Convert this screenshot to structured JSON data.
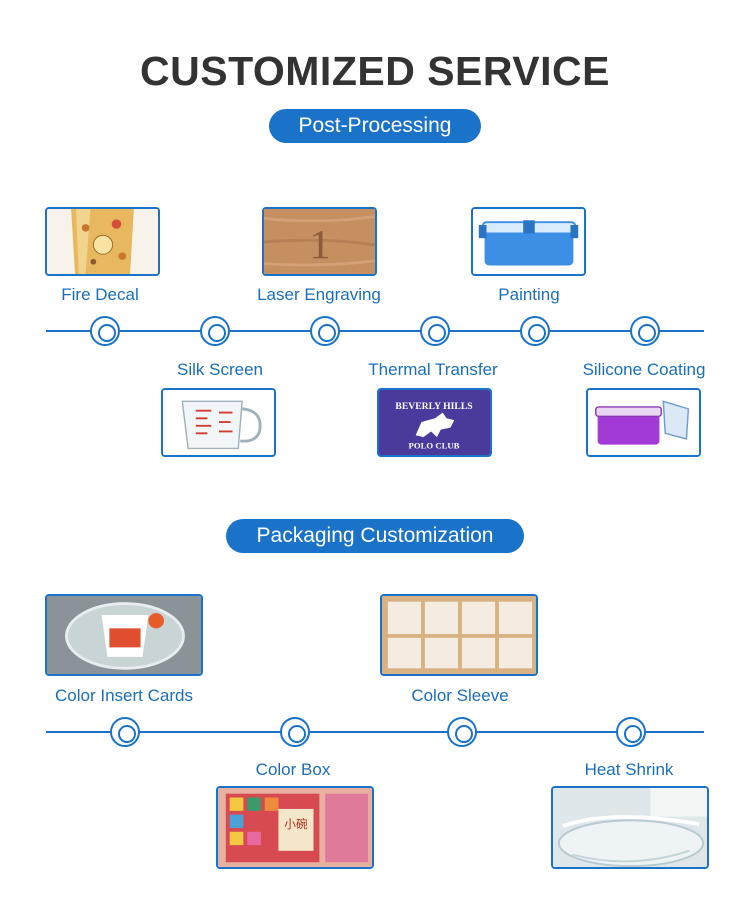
{
  "title": "CUSTOMIZED SERVICE",
  "sections": {
    "post_processing": {
      "label": "Post-Processing",
      "items": [
        {
          "label": "Fire Decal"
        },
        {
          "label": "Laser Engraving"
        },
        {
          "label": "Painting"
        },
        {
          "label": "Silk Screen"
        },
        {
          "label": "Thermal Transfer"
        },
        {
          "label": "Silicone Coating"
        }
      ]
    },
    "packaging": {
      "label": "Packaging Customization",
      "items": [
        {
          "label": "Color Insert Cards"
        },
        {
          "label": "Color Sleeve"
        },
        {
          "label": "Color Box"
        },
        {
          "label": "Heat Shrink"
        }
      ]
    }
  },
  "images": {
    "laser_numeral": "1",
    "thermal_top": "BEVERLY HILLS",
    "thermal_bottom": "POLO CLUB",
    "color_box_chars": "小碗"
  },
  "colors": {
    "accent": "#1a73c9",
    "title": "#333333"
  }
}
